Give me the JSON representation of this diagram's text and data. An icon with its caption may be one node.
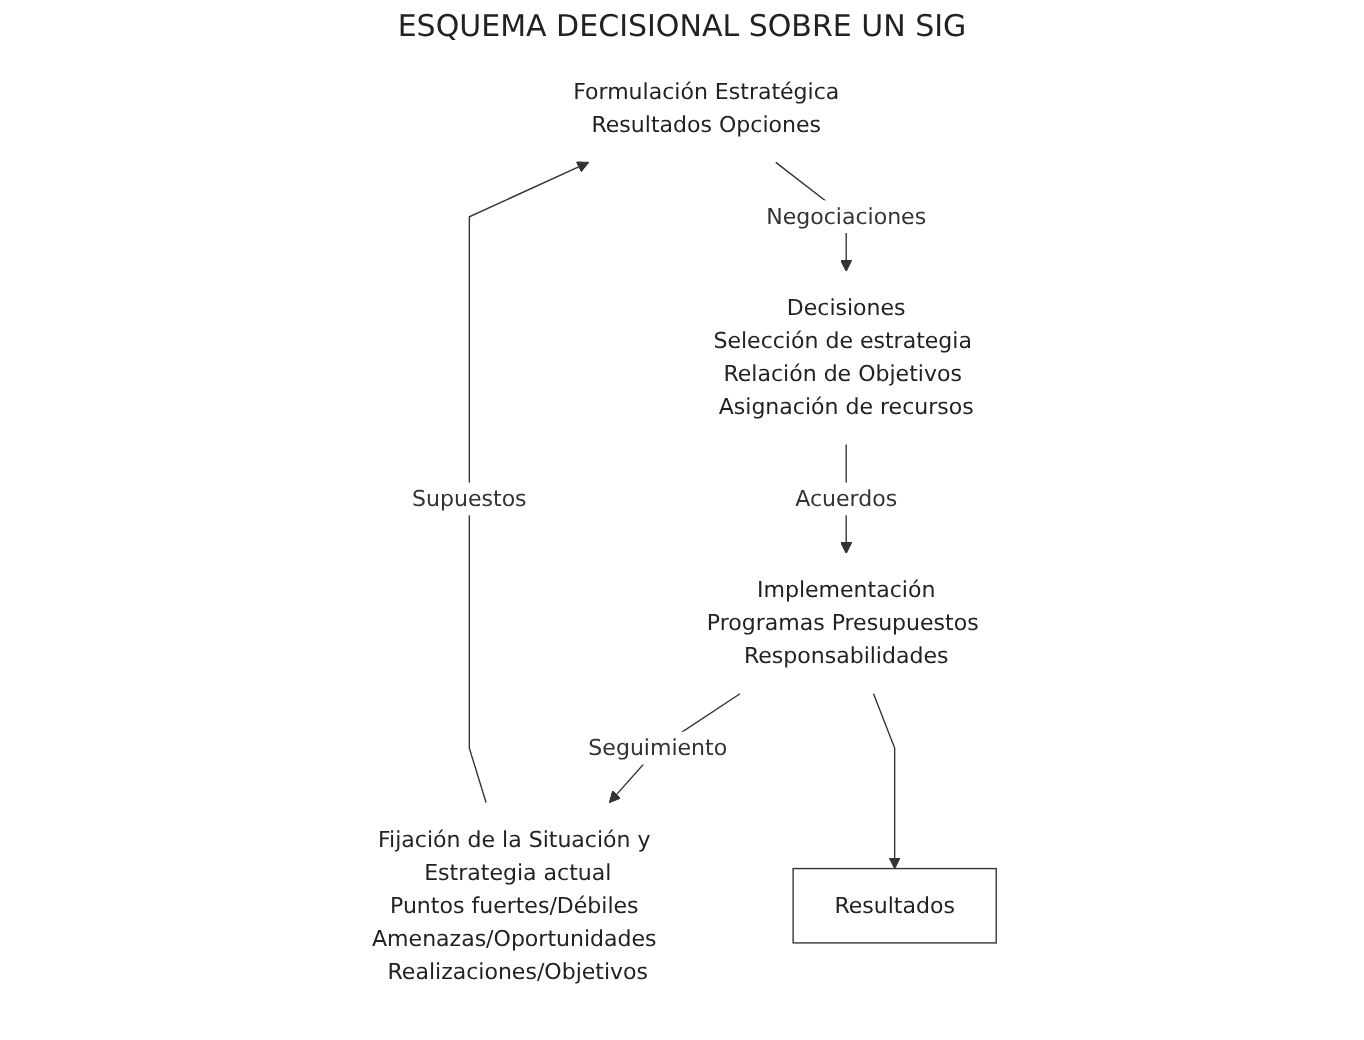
{
  "diagram": {
    "title": "ESQUEMA DECISIONAL SOBRE UN SIG",
    "nodes": [
      {
        "text": [
          "Formulación Estratégica",
          "Resultados Opciones"
        ]
      },
      {
        "text": [
          "Decisiones",
          "Selección de estrategia Relación de Objetivos Asignación de recursos"
        ]
      },
      {
        "text": [
          "Fijación de la Situación y Estrategia actual",
          "Puntos fuertes/Débiles Amenazas/Oportunidades Realizaciones/Objetivos"
        ]
      },
      {
        "text": [
          "Implementación",
          "Programas Presupuestos Responsabilidades"
        ]
      },
      {
        "text": [
          "Resultados"
        ]
      }
    ],
    "edges": [
      {
        "from": 0,
        "to": 1,
        "arrow": "to",
        "label": "Negociaciones"
      },
      {
        "from": 1,
        "to": 3,
        "arrow": "to",
        "label": "Acuerdos"
      },
      {
        "from": 3,
        "to": 2,
        "arrow": "to",
        "label": "Seguimiento"
      },
      {
        "from": 2,
        "to": 0,
        "arrow": "to",
        "label": "Supuestos"
      },
      {
        "from": 3,
        "to": 4,
        "arrow": "to"
      }
    ]
  }
}
